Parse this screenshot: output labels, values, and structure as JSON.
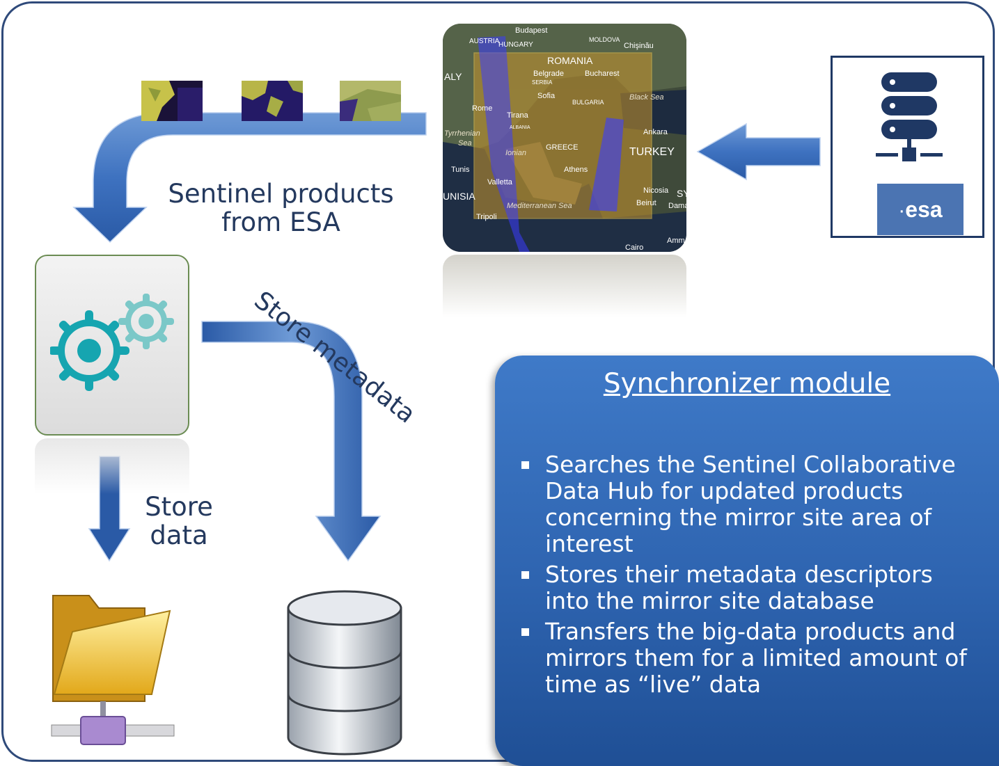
{
  "diagram": {
    "flow_label_sentinel": [
      "Sentinel products",
      "from ESA"
    ],
    "flow_label_metadata": "Store metadata",
    "flow_label_data": [
      "Store",
      "data"
    ],
    "server_logo": "esa"
  },
  "map": {
    "places": [
      "Budapest",
      "AUSTRIA",
      "HUNGARY",
      "MOLDOVA",
      "Chişinău",
      "ROMANIA",
      "ALY",
      "Belgrade",
      "Bucharest",
      "SERBIA",
      "Sofia",
      "BULGARIA",
      "Black Sea",
      "Rome",
      "Tirana",
      "ALBANIA",
      "Ankara",
      "Tyrrhenian",
      "Sea",
      "GREECE",
      "TURKEY",
      "Ionian",
      "Tunis",
      "Athens",
      "Valletta",
      "Nicosia",
      "SY",
      "UNISIA",
      "Mediterranean Sea",
      "Beirut",
      "Dama",
      "Tripoli",
      "Cairo",
      "Amm"
    ]
  },
  "panel": {
    "title": "Synchronizer module",
    "bullets": [
      "Searches the Sentinel Collaborative Data Hub for updated products concerning the mirror site area of interest",
      "Stores their metadata descriptors into the mirror site database",
      "Transfers the big-data products and mirrors them for a limited amount of time as “live” data"
    ]
  },
  "colors": {
    "arrow": "#4a7ac2",
    "arrow_dark": "#1f4e96",
    "panel": "#2e64b0",
    "frame": "#2f4a7a",
    "gear": "#16a5b0",
    "label": "#24395e"
  },
  "icons": [
    "satellite-thumbnail",
    "map-image",
    "server-icon",
    "esa-logo",
    "gears-icon",
    "folder-network-icon",
    "database-icon"
  ]
}
